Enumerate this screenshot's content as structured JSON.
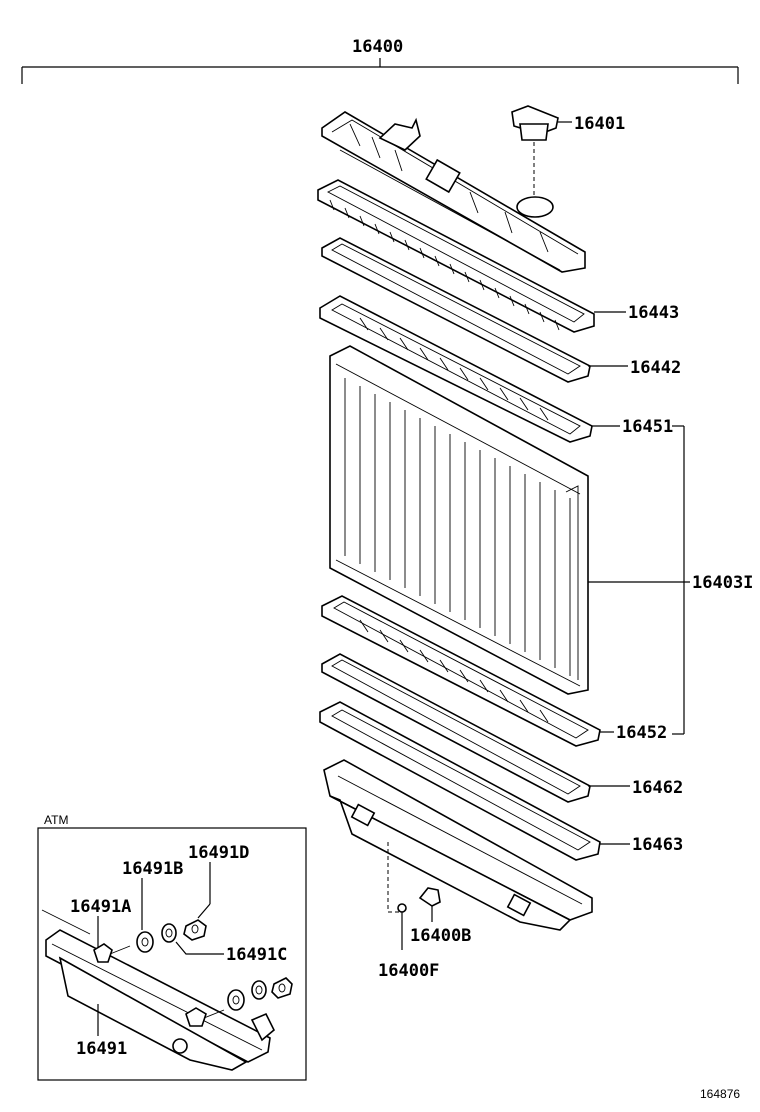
{
  "diagram": {
    "assembly_label": "16400",
    "inset_label": "ATM",
    "figure_number": "164876",
    "parts": {
      "cap": "16401",
      "upper_tank_gasket_top": "16443",
      "upper_gasket": "16442",
      "upper_plate": "16451",
      "core": "16403I",
      "lower_plate": "16452",
      "lower_gasket": "16462",
      "lower_tank": "16463",
      "drain_cock": "16400B",
      "drain_plug": "16400F",
      "oil_cooler": "16491",
      "oil_cooler_washer_a": "16491A",
      "oil_cooler_washer_b": "16491B",
      "oil_cooler_washer_c": "16491C",
      "oil_cooler_nut_d": "16491D"
    }
  }
}
